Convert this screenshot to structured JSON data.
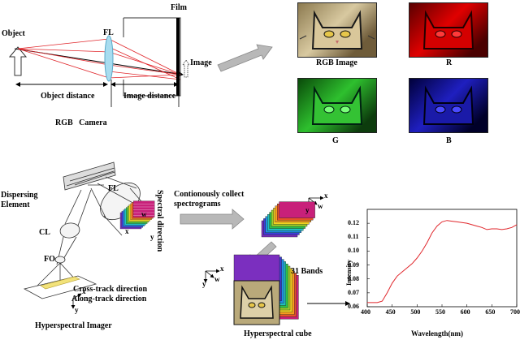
{
  "top_diagram": {
    "object": "Object",
    "fl": "FL",
    "film": "Film",
    "image": "Image",
    "object_distance": "Object distance",
    "image_distance": "Image distance",
    "rgb_camera": "RGB   Camera"
  },
  "images": {
    "rgb": "RGB Image",
    "r": "R",
    "g": "G",
    "b": "B"
  },
  "bottom_diagram": {
    "dispersing_element": "Dispersing\nElement",
    "fl": "FL",
    "spectral_direction": "Spectral direction",
    "cl": "CL",
    "fo": "FO",
    "cross_track": "Cross-track direction",
    "along_track": "Along-track direction",
    "hyperspectral_imager": "Hyperspectral Imager",
    "collect": "Contionously collect\nspectrograms",
    "bands": "31 Bands",
    "cube": "Hyperspectral cube",
    "axis_x": "x",
    "axis_y": "y",
    "axis_w": "w"
  },
  "colors": {
    "red_ray": "#e0262b",
    "lens": "#a8dcef",
    "arrow_gray": "#b8b8b8",
    "curve": "#e0262b"
  },
  "chart_data": {
    "type": "line",
    "xlabel": "Wavelength(nm)",
    "ylabel": "Intensity",
    "xlim": [
      400,
      700
    ],
    "ylim": [
      0.06,
      0.13
    ],
    "xticks": [
      400,
      450,
      500,
      550,
      600,
      650,
      700
    ],
    "yticks": [
      0.06,
      0.07,
      0.08,
      0.09,
      0.1,
      0.11,
      0.12
    ],
    "x": [
      400,
      410,
      420,
      430,
      440,
      450,
      460,
      470,
      480,
      490,
      500,
      510,
      520,
      530,
      540,
      550,
      560,
      570,
      580,
      590,
      600,
      610,
      620,
      630,
      640,
      650,
      660,
      670,
      680,
      690,
      700
    ],
    "y": [
      0.063,
      0.063,
      0.063,
      0.064,
      0.07,
      0.077,
      0.082,
      0.085,
      0.088,
      0.091,
      0.095,
      0.1,
      0.106,
      0.113,
      0.118,
      0.121,
      0.122,
      0.1215,
      0.121,
      0.1205,
      0.12,
      0.119,
      0.118,
      0.117,
      0.1155,
      0.116,
      0.116,
      0.1155,
      0.116,
      0.117,
      0.119
    ]
  }
}
